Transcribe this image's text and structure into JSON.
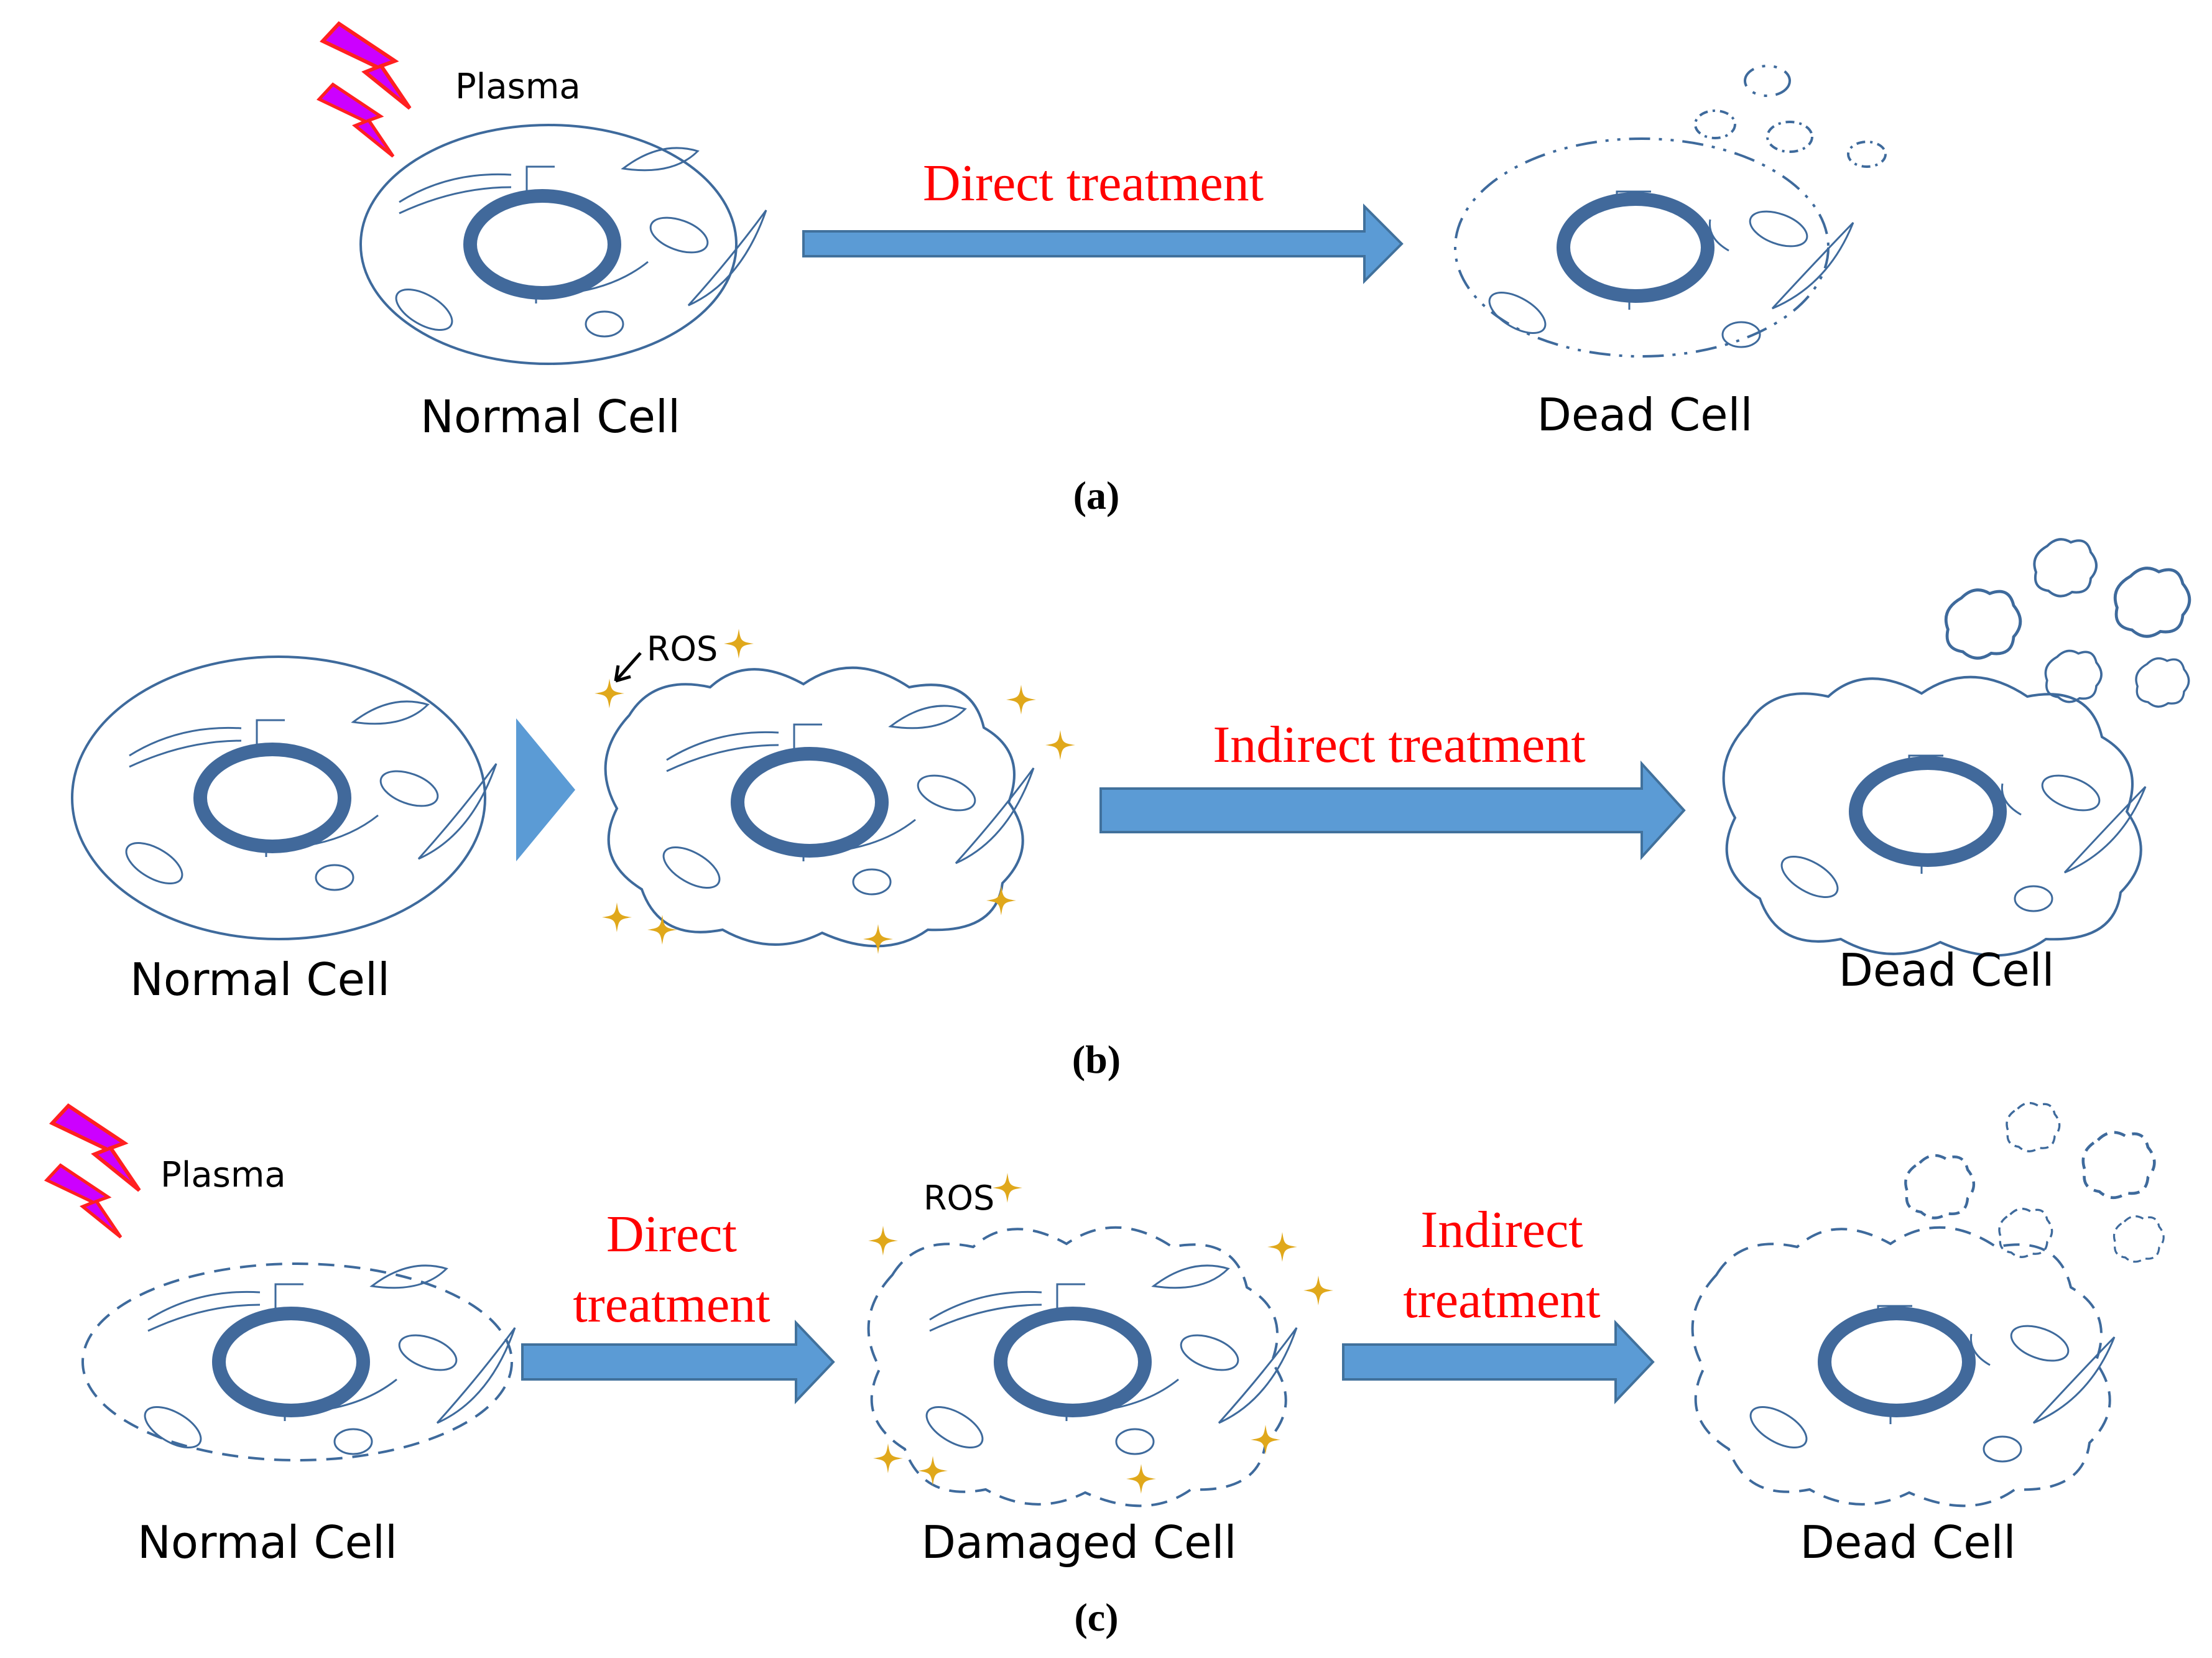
{
  "panel_a": {
    "plasma_label": "Plasma",
    "arrow_label": "Direct treatment",
    "start_cell_label": "Normal Cell",
    "end_cell_label": "Dead Cell",
    "caption": "(a)"
  },
  "panel_b": {
    "ros_label": "ROS",
    "arrow_label": "Indirect treatment",
    "start_cell_label": "Normal Cell",
    "end_cell_label": "Dead Cell",
    "caption": "(b)"
  },
  "panel_c": {
    "plasma_label": "Plasma",
    "ros_label": "ROS",
    "arrow1_line1": "Direct",
    "arrow1_line2": "treatment",
    "arrow2_line1": "Indirect",
    "arrow2_line2": "treatment",
    "start_cell_label": "Normal Cell",
    "middle_cell_label": "Damaged Cell",
    "end_cell_label": "Dead Cell",
    "caption": "(c)"
  },
  "colors": {
    "arrow_fill": "#5b9bd5",
    "arrow_stroke": "#41719c",
    "cell_line": "#3e6a9c",
    "treatment_text": "#ff0000",
    "lightning_fill": "#cc00ff",
    "lightning_edge": "#ff2020",
    "ros_star": "#e0a81b"
  },
  "icons": {
    "plasma": "lightning-bolt-icon",
    "ros": "sparkle-star-icon"
  }
}
